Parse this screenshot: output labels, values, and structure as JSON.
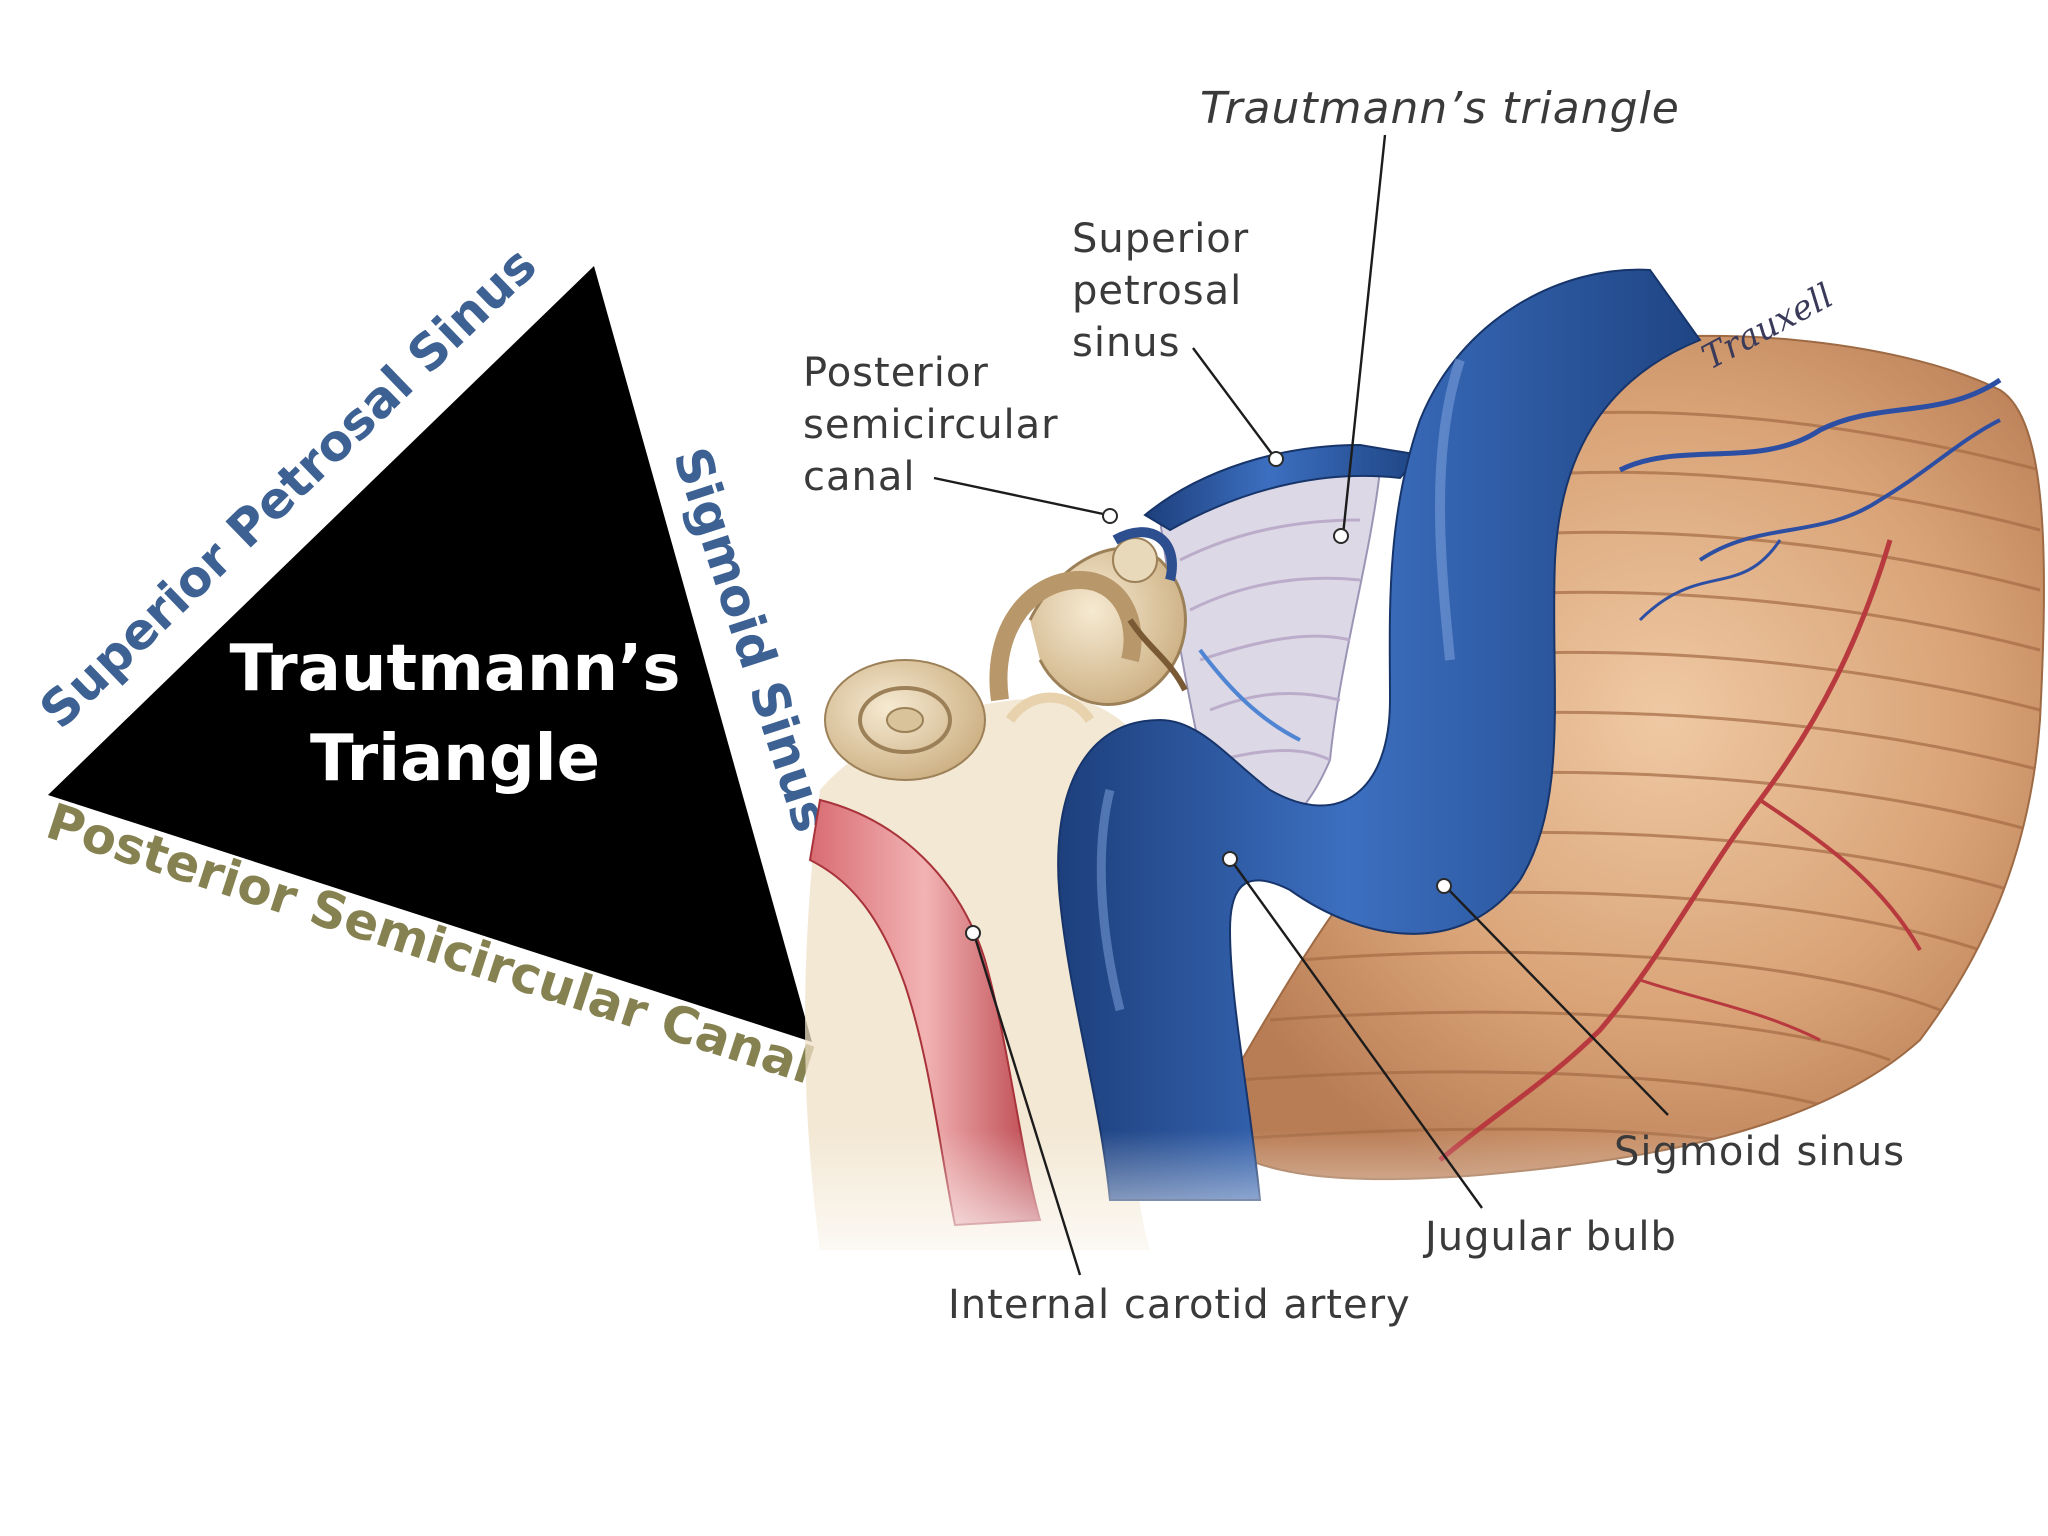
{
  "schematic": {
    "title_line1": "Trautmann’s",
    "title_line2": "Triangle",
    "side_superior": "Superior Petrosal Sinus",
    "side_sigmoid": "Sigmoid Sinus",
    "side_posterior": "Posterior Semicircular Canal",
    "colors": {
      "triangle_fill": "#000000",
      "title_text": "#ffffff",
      "sinus_label": "#3d6193",
      "canal_label": "#858150"
    }
  },
  "illustration": {
    "title": "Trautmann’s triangle",
    "labels": {
      "superior_petrosal_l1": "Superior",
      "superior_petrosal_l2": "petrosal",
      "superior_petrosal_l3": "sinus",
      "posterior_canal_l1": "Posterior",
      "posterior_canal_l2": "semicircular",
      "posterior_canal_l3": "canal",
      "sigmoid_sinus": "Sigmoid sinus",
      "jugular_bulb": "Jugular bulb",
      "internal_carotid": "Internal carotid artery"
    },
    "signature": "Trauxell",
    "colors": {
      "sinus_blue": "#2f5ea8",
      "brain_tan": "#d9a377",
      "artery_red": "#c9454d",
      "bone_cream": "#e8d6b4"
    }
  }
}
